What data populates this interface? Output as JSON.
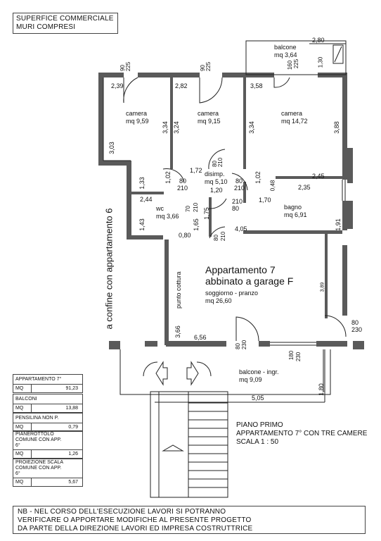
{
  "header": {
    "line1": "SUPERFICE COMMERCIALE",
    "line2": "MURI COMPRESI"
  },
  "rooms": {
    "camera1": {
      "name": "camera",
      "area": "mq 9,59"
    },
    "camera2": {
      "name": "camera",
      "area": "mq 9,15"
    },
    "camera3": {
      "name": "camera",
      "area": "mq 14,72"
    },
    "balcone_top": {
      "name": "balcone",
      "area": "mq 3,64"
    },
    "disimp": {
      "name": "disimp.",
      "area": "mq 5,10"
    },
    "wc": {
      "name": "wc",
      "area": "mq 3,66"
    },
    "bagno": {
      "name": "bagno",
      "area": "mq 6,91"
    },
    "soggiorno": {
      "name": "soggiorno - pranzo",
      "area": "mq 26,60"
    },
    "balcone_ingr": {
      "name": "balcone - ingr.",
      "area": "mq 9,09"
    }
  },
  "apartment": {
    "line1": "Appartamento 7",
    "line2": "abbinato a garage F"
  },
  "side_label": "a confine con appartamento 6",
  "punto_cottura": "punto cottura",
  "dims": {
    "d_90a": "90",
    "d_225a": "225",
    "d_90b": "90",
    "d_225b": "225",
    "d_280": "2,80",
    "d_160": "160",
    "d_225c": "225",
    "d_130": "1,30",
    "d_239": "2,39",
    "d_282": "2,82",
    "d_358": "3,58",
    "d_334a": "3,34",
    "d_324": "3,24",
    "d_334b": "3,34",
    "d_388": "3,88",
    "d_303": "3,03",
    "d_80a": "80",
    "d_210a": "210",
    "d_172": "1,72",
    "d_102a": "1,02",
    "d_102b": "1,02",
    "d_80b": "80",
    "d_210b": "210",
    "d_80c": "80",
    "d_210c": "210",
    "d_133": "1,33",
    "d_120": "1,20",
    "d_048": "0,48",
    "d_245": "2,45",
    "d_235": "2,35",
    "d_170": "1,70",
    "d_244": "2,44",
    "d_210d": "210",
    "d_80d": "80",
    "d_70": "70",
    "d_210e": "210",
    "d_165": "1,65",
    "d_175": "1,75",
    "d_143": "1,43",
    "d_080": "0,80",
    "d_405": "4,05",
    "d_80e": "80",
    "d_210f": "210",
    "d_191": "1,91",
    "d_389": "3,89",
    "d_366": "3,66",
    "d_656": "6,56",
    "d_80f": "80",
    "d_230a": "230",
    "d_80g": "80",
    "d_230b": "230",
    "d_230c": "230",
    "d_180a": "180",
    "d_505": "5,05",
    "d_180b": "1,80"
  },
  "floor_note": {
    "line1": "PIANO PRIMO",
    "line2": "APPARTAMENTO 7° CON TRE CAMERE",
    "line3": "SCALA 1 : 50"
  },
  "summary": {
    "apartment": {
      "label": "APPARTAMENTO 7°",
      "unit": "MQ",
      "value": "91,23"
    },
    "balconi": {
      "label": "BALCONI",
      "unit": "MQ",
      "value": "13,88"
    },
    "pensilina": {
      "label": "PENSILINA NON P.",
      "unit": "MQ",
      "value": "0,79"
    },
    "pianerottolo": {
      "label1": "PIANEROTTOLO",
      "label2": "COMUNE  CON APP.",
      "label3": "6°",
      "unit": "MQ",
      "value": "1,26"
    },
    "proiezione": {
      "label1": "PROIEZIONE SCALA",
      "label2": "COMUNE  CON APP.",
      "label3": "6°",
      "unit": "MQ",
      "value": "5,67"
    }
  },
  "note": {
    "line1": "NB - NEL CORSO DELL'ESECUZIONE LAVORI SI POTRANNO",
    "line2": "VERIFICARE O APPORTARE MODIFICHE AL PRESENTE PROGETTO",
    "line3": "DA PARTE DELLA DIREZIONE LAVORI ED IMPRESA COSTRUTTRICE"
  },
  "colors": {
    "wall": "#5a5a5a",
    "line": "#222222",
    "paper": "#ffffff"
  }
}
